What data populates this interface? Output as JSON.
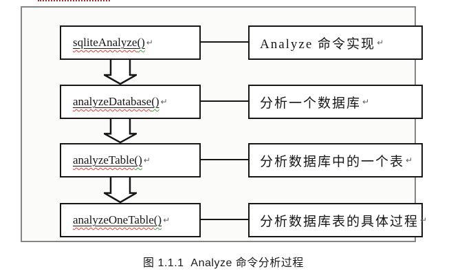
{
  "diagram": {
    "caption": "图 1.1.1  Analyze 命令分析过程",
    "return_mark": "↵",
    "rows": [
      {
        "function": "sqliteAnalyze",
        "parens": "()",
        "description": "Analyze 命令实现"
      },
      {
        "function": "analyzeDatabase",
        "parens": "()",
        "description": "分析一个数据库"
      },
      {
        "function": "analyzeTable",
        "parens": "()",
        "description": "分析数据库中的一个表"
      },
      {
        "function": "analyzeOneTable",
        "parens": "()",
        "description": "分析数据库表的具体过程"
      }
    ],
    "colors": {
      "frame_border": "#858585",
      "box_border": "#161616",
      "spellcheck_red": "#e23b2e",
      "grammar_green": "#3f9b3b",
      "top_dots": "#993333"
    }
  }
}
